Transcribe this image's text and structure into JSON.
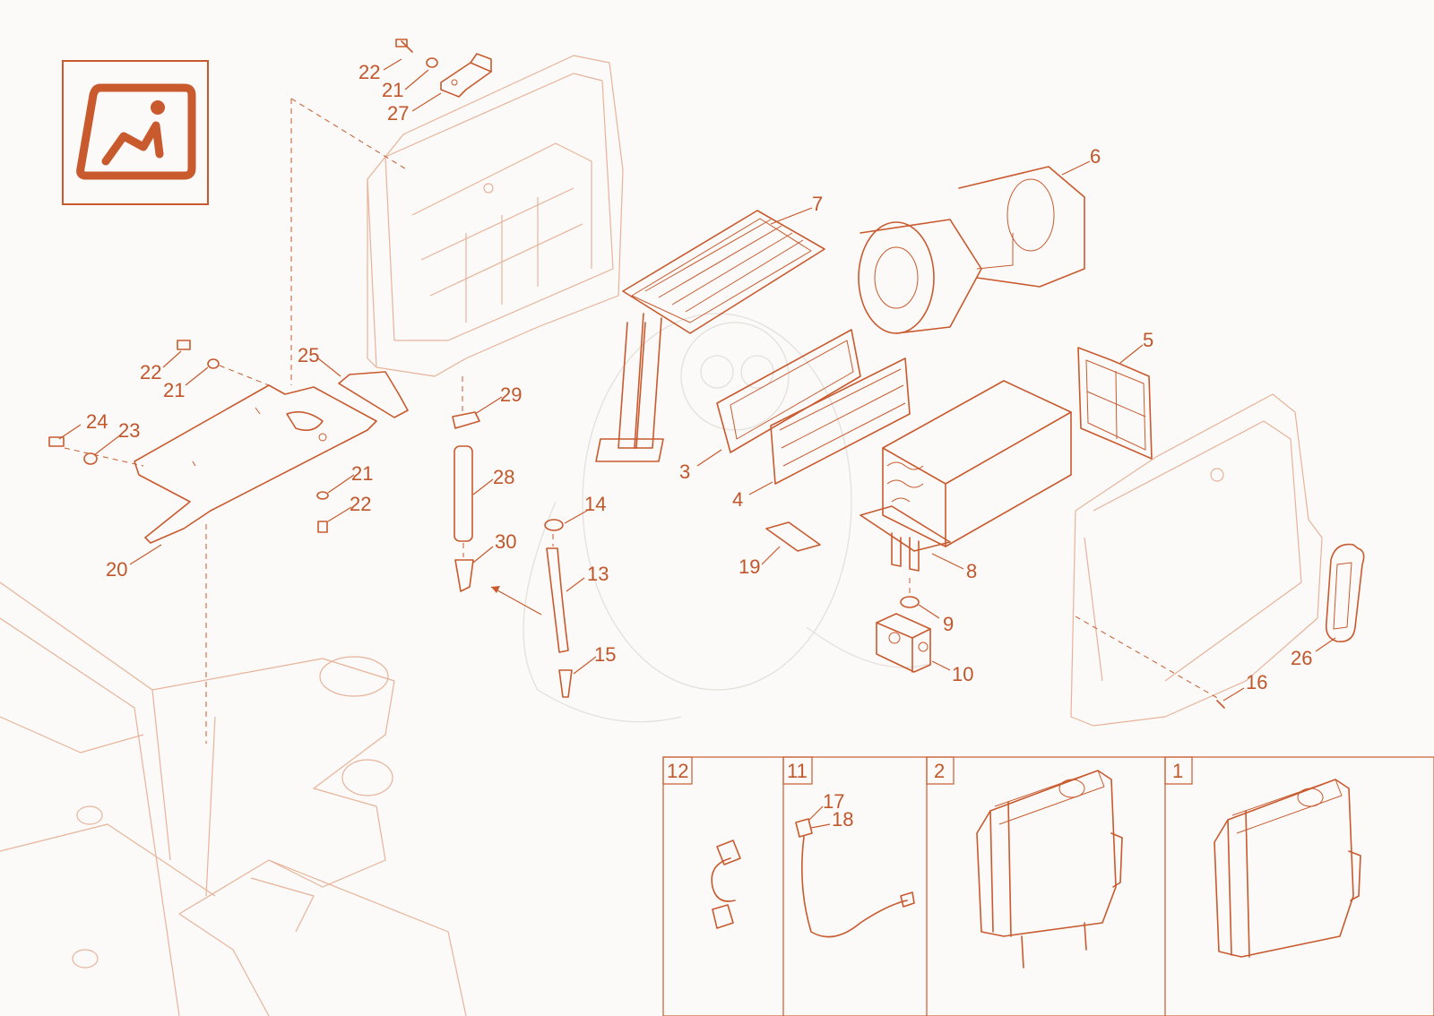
{
  "diagram": {
    "callouts": [
      {
        "text": "22"
      },
      {
        "text": "21"
      },
      {
        "text": "27"
      },
      {
        "text": "7"
      },
      {
        "text": "6"
      },
      {
        "text": "5"
      },
      {
        "text": "25"
      },
      {
        "text": "29"
      },
      {
        "text": "22"
      },
      {
        "text": "21"
      },
      {
        "text": "24"
      },
      {
        "text": "23"
      },
      {
        "text": "21"
      },
      {
        "text": "22"
      },
      {
        "text": "28"
      },
      {
        "text": "30"
      },
      {
        "text": "20"
      },
      {
        "text": "3"
      },
      {
        "text": "4"
      },
      {
        "text": "14"
      },
      {
        "text": "13"
      },
      {
        "text": "15"
      },
      {
        "text": "19"
      },
      {
        "text": "8"
      },
      {
        "text": "9"
      },
      {
        "text": "10"
      },
      {
        "text": "26"
      },
      {
        "text": "16"
      }
    ],
    "insets": [
      {
        "number": "12"
      },
      {
        "number": "11",
        "labels": [
          "17",
          "18"
        ]
      },
      {
        "number": "2"
      },
      {
        "number": "1"
      }
    ]
  },
  "icon": {
    "name": "seat-icon",
    "color": "#c85a2e"
  },
  "colors": {
    "line": "#c85a2e",
    "background": "#fbfaf8"
  }
}
